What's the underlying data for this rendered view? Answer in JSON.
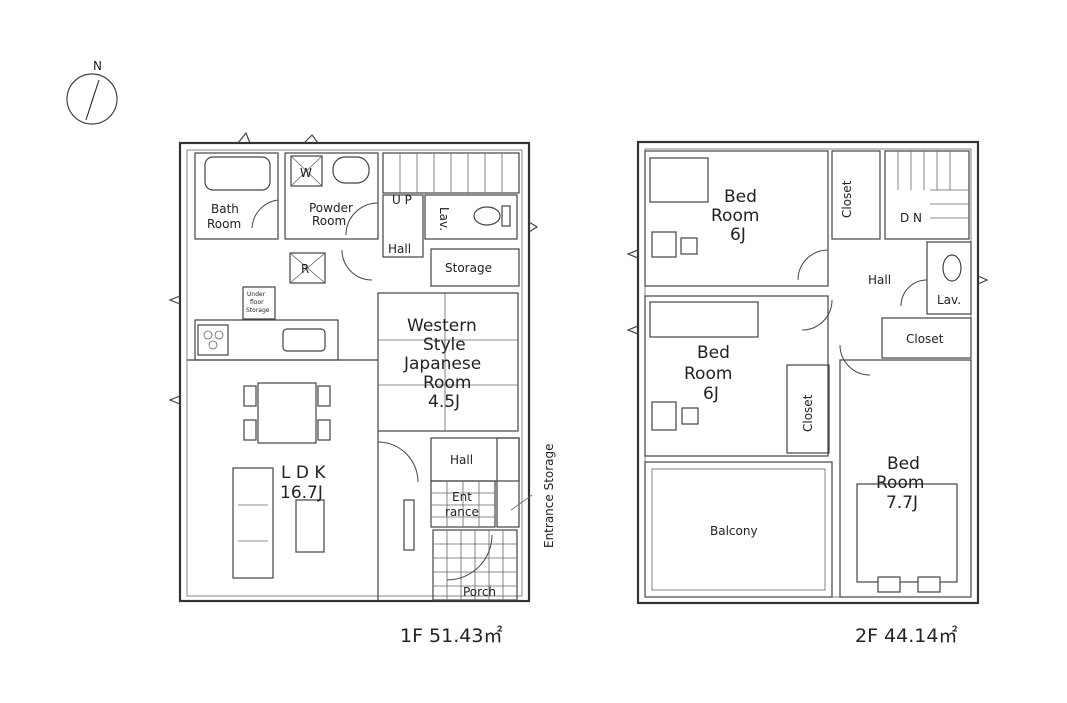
{
  "compass": {
    "north_label": "N"
  },
  "floor1": {
    "area_label": "1F 51.43㎡",
    "rooms": {
      "bath_line1": "Bath",
      "bath_line2": "Room",
      "washer": "W",
      "powder_line1": "Powder",
      "powder_line2": "Room",
      "up": "U P",
      "lav": "Lav.",
      "hall_top": "Hall",
      "fridge": "R",
      "storage": "Storage",
      "under_floor_line1": "Under",
      "under_floor_line2": "floor",
      "under_floor_line3": "Storage",
      "western_line1": "Western",
      "western_line2": "Style",
      "western_line3": "Japanese",
      "western_line4": "Room",
      "western_line5": "4.5J",
      "ldk_line1": "L D K",
      "ldk_line2": "16.7J",
      "hall_bottom": "Hall",
      "entrance_line1": "Ent",
      "entrance_line2": "rance",
      "porch": "Porch",
      "entrance_storage": "Entrance Storage"
    }
  },
  "floor2": {
    "area_label": "2F 44.14㎡",
    "rooms": {
      "bed1_line1": "Bed",
      "bed1_line2": "Room",
      "bed1_line3": "6J",
      "closet_top": "Closet",
      "dn": "D N",
      "hall": "Hall",
      "lav": "Lav.",
      "closet_mid": "Closet",
      "bed2_line1": "Bed",
      "bed2_line2": "Room",
      "bed2_line3": "6J",
      "closet_side": "Closet",
      "balcony": "Balcony",
      "bed3_line1": "Bed",
      "bed3_line2": "Room",
      "bed3_line3": "7.7J"
    }
  }
}
